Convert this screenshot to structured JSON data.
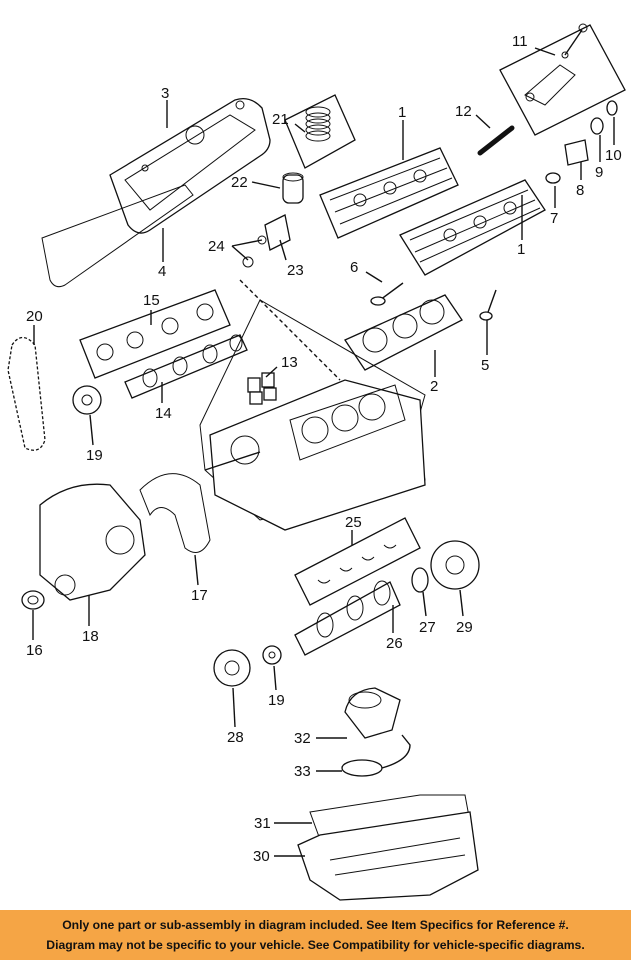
{
  "callouts": [
    "1",
    "1",
    "2",
    "3",
    "4",
    "5",
    "6",
    "7",
    "8",
    "9",
    "10",
    "11",
    "12",
    "13",
    "14",
    "15",
    "16",
    "17",
    "18",
    "19",
    "19",
    "20",
    "21",
    "22",
    "23",
    "24",
    "25",
    "26",
    "27",
    "28",
    "29",
    "30",
    "31",
    "32",
    "33"
  ],
  "banner": {
    "line1": "Only one part or sub-assembly in diagram included. See Item Specifics for Reference #.",
    "line2": "Diagram may not be specific to your vehicle. See Compatibility for vehicle-specific diagrams."
  },
  "colors": {
    "banner_bg": "#f5a545",
    "line": "#111111"
  }
}
